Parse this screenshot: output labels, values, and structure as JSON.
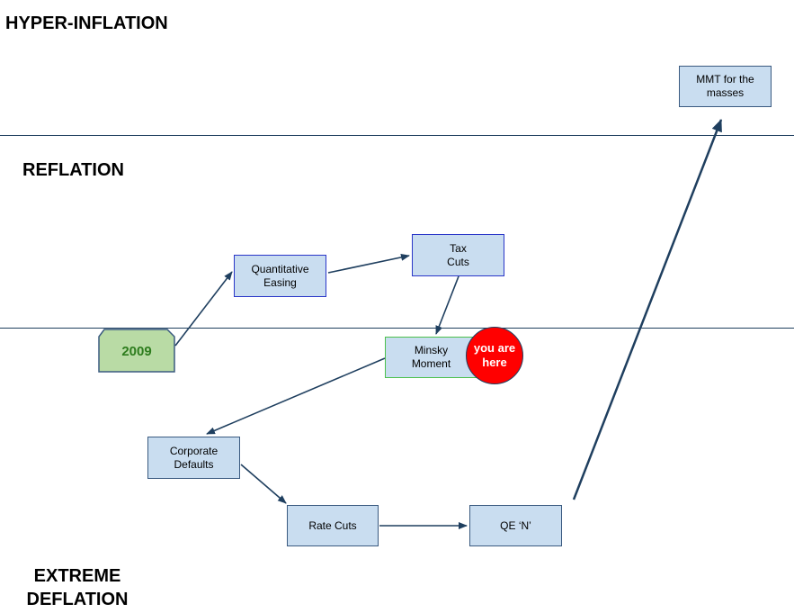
{
  "zones": {
    "hyper_inflation": "HYPER-INFLATION",
    "reflation": "REFLATION",
    "extreme_deflation_line1": "EXTREME",
    "extreme_deflation_line2": "DEFLATION"
  },
  "nodes": {
    "start": "2009",
    "quantitative_easing": "Quantitative\nEasing",
    "tax_cuts": "Tax\nCuts",
    "minsky_moment": "Minsky\nMoment",
    "corporate_defaults": "Corporate\nDefaults",
    "rate_cuts": "Rate Cuts",
    "qe_n": "QE ‘N’",
    "mmt": "MMT for the\nmasses"
  },
  "marker": {
    "label": "you are\nhere",
    "color": "#ff0000"
  },
  "colors": {
    "box_fill": "#c9ddf0",
    "box_border": "#3a5a80",
    "start_fill": "#b9dba5",
    "start_text": "#2e7d1e",
    "line": "#1f3f5f"
  }
}
